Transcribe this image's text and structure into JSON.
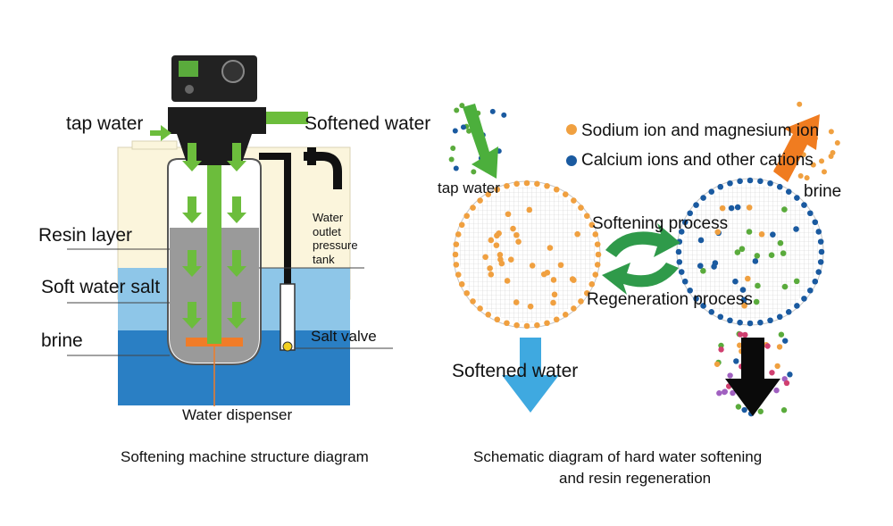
{
  "left_diagram": {
    "labels": {
      "tap_water": "tap water",
      "softened_water": "Softened water",
      "resin_layer": "Resin layer",
      "soft_water_salt": "Soft water salt",
      "brine": "brine",
      "water_outlet_pressure_tank": "Water outlet pressure tank",
      "salt_valve": "Salt valve",
      "water_dispenser": "Water dispenser"
    },
    "caption": "Softening machine structure diagram"
  },
  "right_diagram": {
    "legend": [
      {
        "label": "Sodium ion and magnesium ion",
        "color": "#f0a040",
        "icon": "orange-dot-icon"
      },
      {
        "label": "Calcium ions and other cations",
        "color": "#1a5aa0",
        "icon": "blue-dot-icon"
      }
    ],
    "labels": {
      "tap_water": "tap water",
      "brine": "brine",
      "softening_process": "Softening process",
      "regeneration_process": "Regeneration process",
      "softened_water": "Softened water"
    },
    "caption_line1": "Schematic diagram of hard water softening",
    "caption_line2": "and resin regeneration"
  },
  "colors": {
    "green": "#5aab3c",
    "orange": "#f0a040",
    "dark_blue": "#1a5aa0",
    "light_blue": "#8ec6e8",
    "arrow_blue": "#3fa9e0",
    "cream": "#fbf5dc",
    "gray_resin": "#9a9a9a"
  }
}
